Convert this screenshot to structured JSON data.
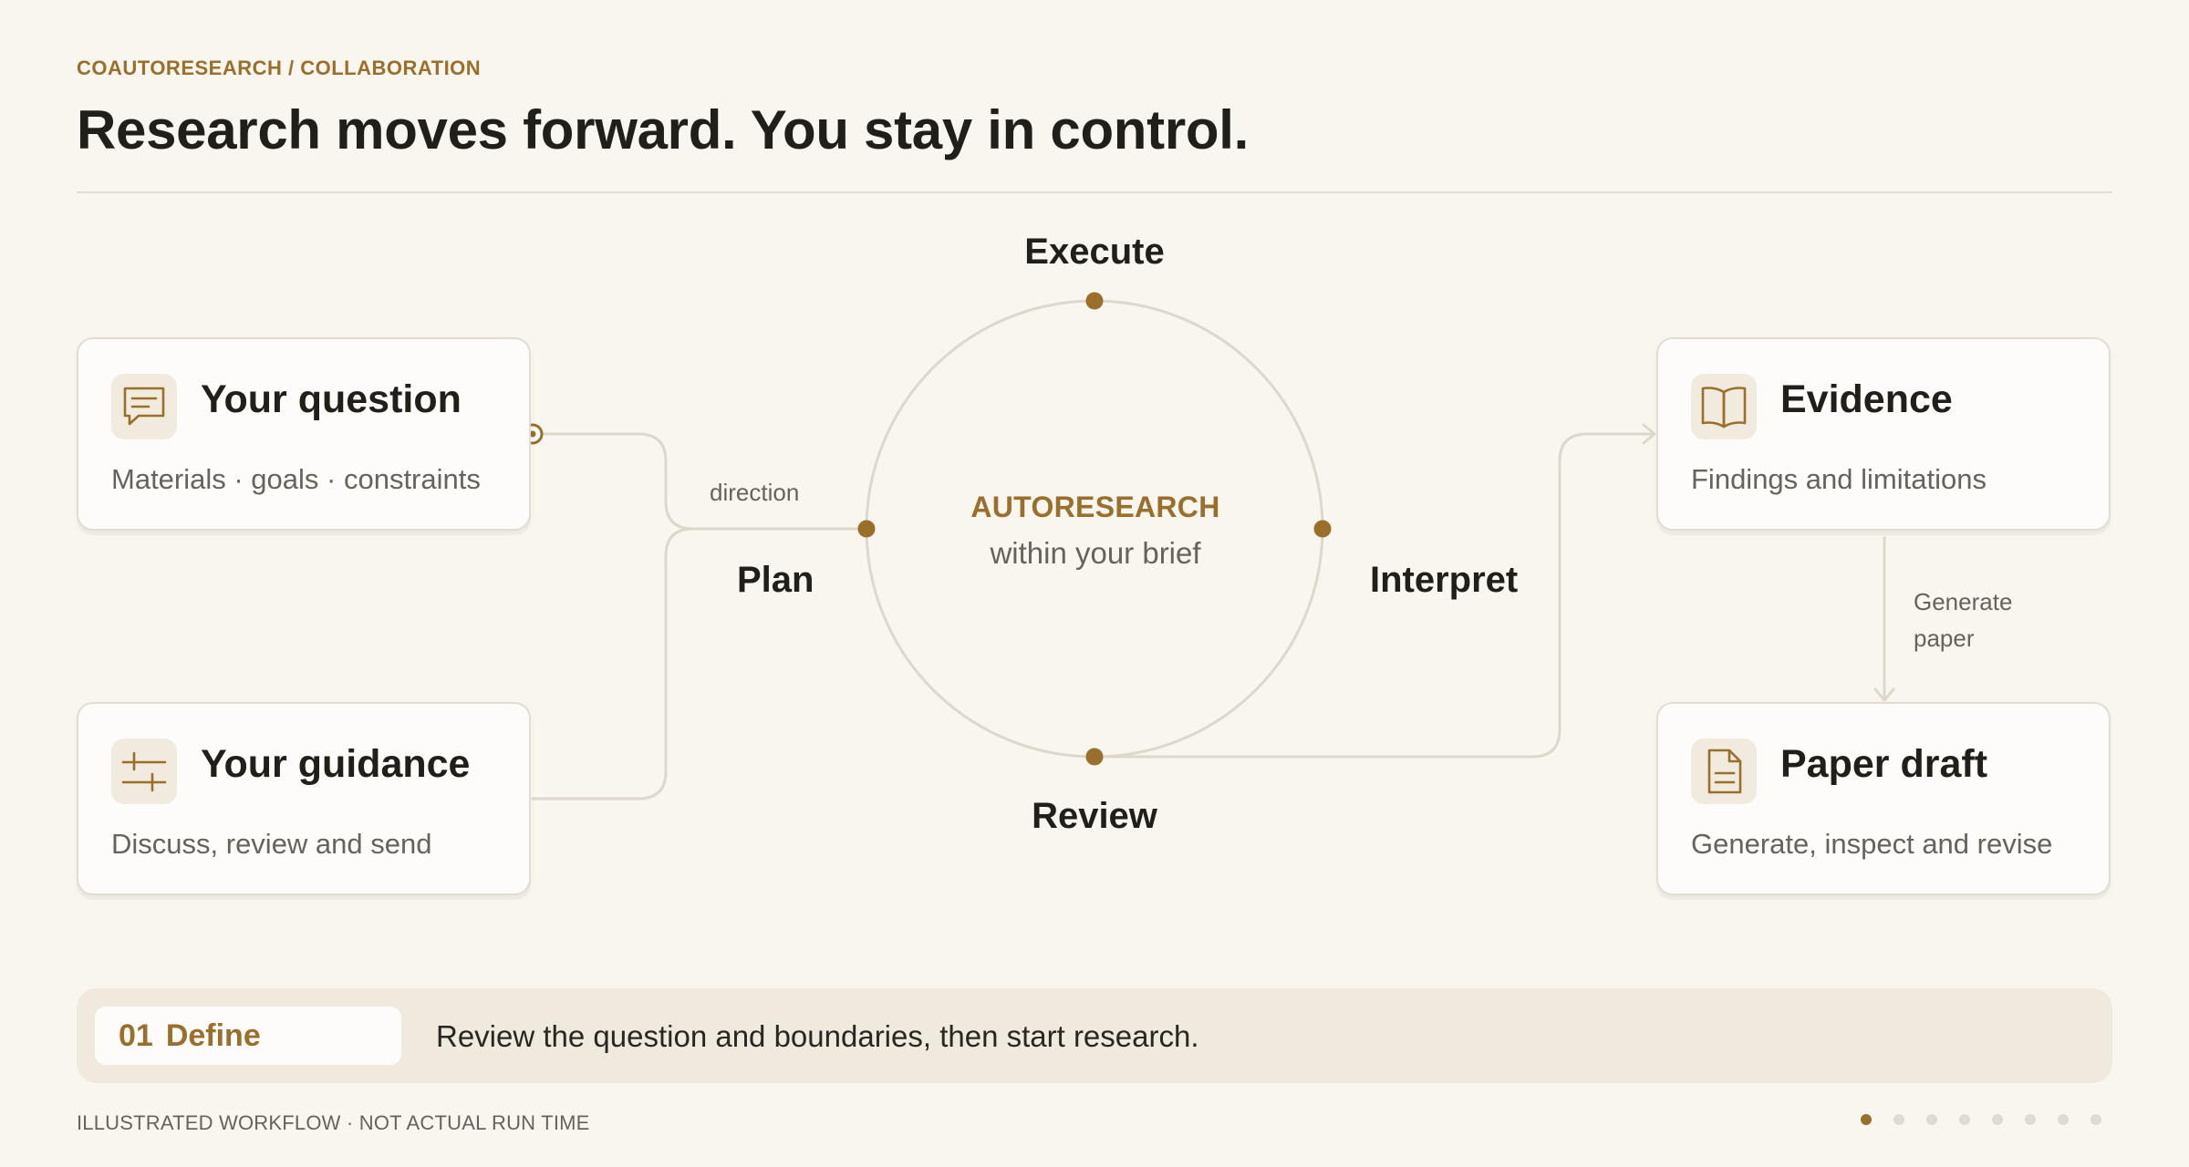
{
  "header": {
    "eyebrow": "COAUTORESEARCH / COLLABORATION",
    "title": "Research moves forward. You stay in control."
  },
  "cards": {
    "question": {
      "title": "Your question",
      "subtitle": "Materials · goals · constraints",
      "icon": "chat-icon"
    },
    "guidance": {
      "title": "Your guidance",
      "subtitle": "Discuss, review and send",
      "icon": "sliders-icon"
    },
    "evidence": {
      "title": "Evidence",
      "subtitle": "Findings and limitations",
      "icon": "book-icon"
    },
    "paper": {
      "title": "Paper draft",
      "subtitle": "Generate, inspect and revise",
      "icon": "document-icon"
    }
  },
  "cycle": {
    "center_title": "AUTORESEARCH",
    "center_subtitle": "within your brief",
    "stages": {
      "execute": "Execute",
      "plan": "Plan",
      "interpret": "Interpret",
      "review": "Review"
    }
  },
  "connectors": {
    "direction": "direction",
    "generate_line1": "Generate",
    "generate_line2": "paper"
  },
  "step": {
    "number": "01",
    "name": "Define",
    "description": "Review the question and boundaries, then start research."
  },
  "footer": {
    "note": "ILLUSTRATED WORKFLOW · NOT ACTUAL RUN TIME",
    "total_pages": 8,
    "current_page": 1
  },
  "colors": {
    "accent": "#9a6e2b",
    "background": "#f9f6f0",
    "line": "#ddd7cc"
  }
}
